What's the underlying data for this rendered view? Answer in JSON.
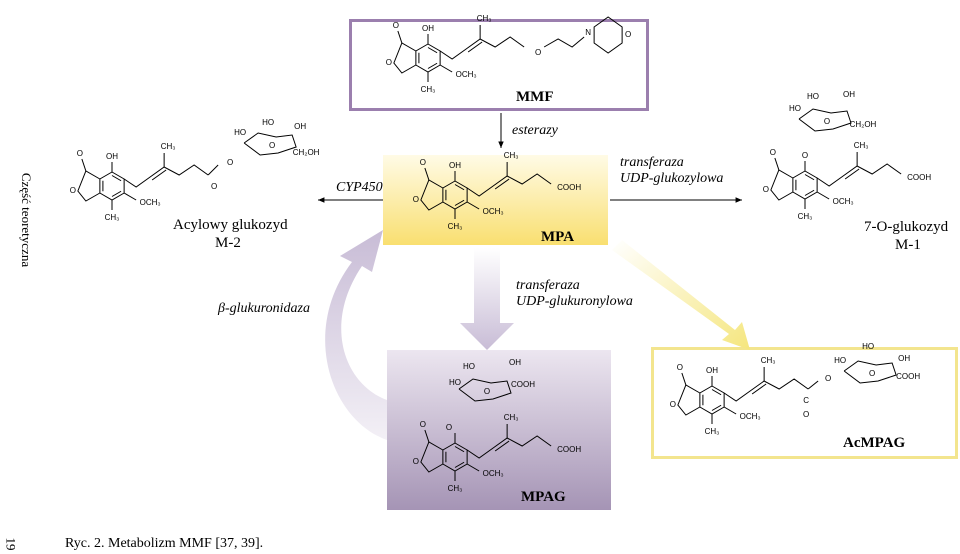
{
  "side_label": "Część teoretyczna",
  "page_number": "19",
  "caption": "Ryc. 2. Metabolizm MMF [37, 39].",
  "compounds": {
    "mmf": {
      "name": "MMF"
    },
    "mpa": {
      "name": "MPA"
    },
    "mpag": {
      "name": "MPAG"
    },
    "acmpag": {
      "name": "AcMPAG"
    },
    "m2": {
      "name_line1": "Acylowy glukozyd",
      "name_line2": "M-2"
    },
    "m1": {
      "name_line1": "7-O-glukozyd",
      "name_line2": "M-1"
    }
  },
  "enzymes": {
    "esterazy": "esterazy",
    "cyp450": "CYP450",
    "ugt_glc_line1": "transferaza",
    "ugt_glc_line2": "UDP-glukozylowa",
    "ugt_gluc_line1": "transferaza",
    "ugt_gluc_line2": "UDP-glukuronylowa",
    "glucuronidase": "β-glukuronidaza"
  },
  "atoms": {
    "oh": "OH",
    "ho": "HO",
    "o": "O",
    "n": "N",
    "c": "C",
    "ch3": "CH₃",
    "och3": "OCH₃",
    "cooh": "COOH",
    "ch2oh": "CH₂OH"
  },
  "colors": {
    "mmf_border": "#9b7fae",
    "mpa_top": "#fffbe6",
    "mpa_bottom": "#f9df70",
    "mpag_top": "#ece6f0",
    "mpag_bottom": "#a594b5",
    "acmpag_border": "#f3e58e",
    "arrow_purple": "#c8bcd6",
    "arrow_yellow": "#f5e67e"
  }
}
